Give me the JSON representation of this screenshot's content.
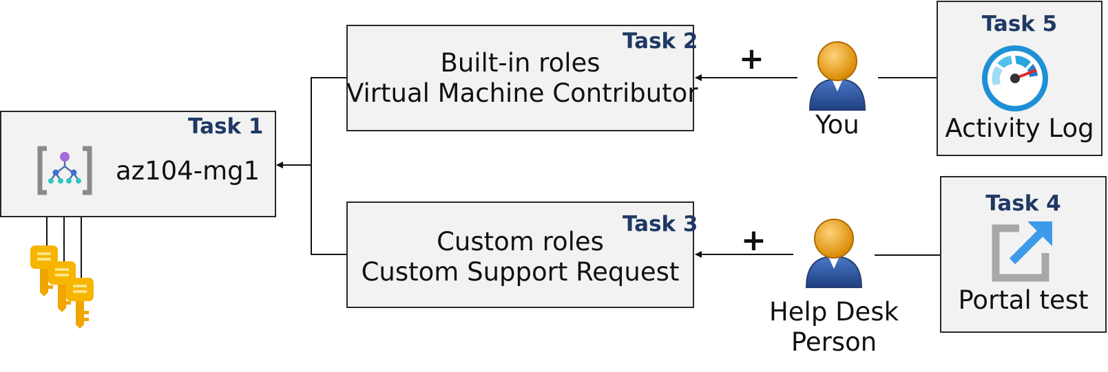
{
  "task1": {
    "label": "Task 1",
    "name": "az104-mg1"
  },
  "task2": {
    "label": "Task 2",
    "line1": "Built-in roles",
    "line2": "Virtual Machine Contributor"
  },
  "task3": {
    "label": "Task 3",
    "line1": "Custom roles",
    "line2": "Custom Support Request"
  },
  "task4": {
    "label": "Task 4",
    "caption": "Portal test"
  },
  "task5": {
    "label": "Task 5",
    "caption": "Activity Log"
  },
  "you": {
    "label": "You",
    "plus": "+"
  },
  "helpdesk": {
    "line1": "Help Desk",
    "line2": "Person",
    "plus": "+"
  },
  "icons": {
    "management_group": "management-group-icon",
    "keys": "key-icon",
    "user": "user-icon",
    "gauge": "dashboard-gauge-icon",
    "external": "external-link-icon"
  },
  "colors": {
    "task_label": "#1f3864",
    "box_fill": "#f2f2f2",
    "border": "#262626",
    "key": "#f7b500",
    "gauge": "#1e90d6",
    "link": "#3d9ae8"
  }
}
